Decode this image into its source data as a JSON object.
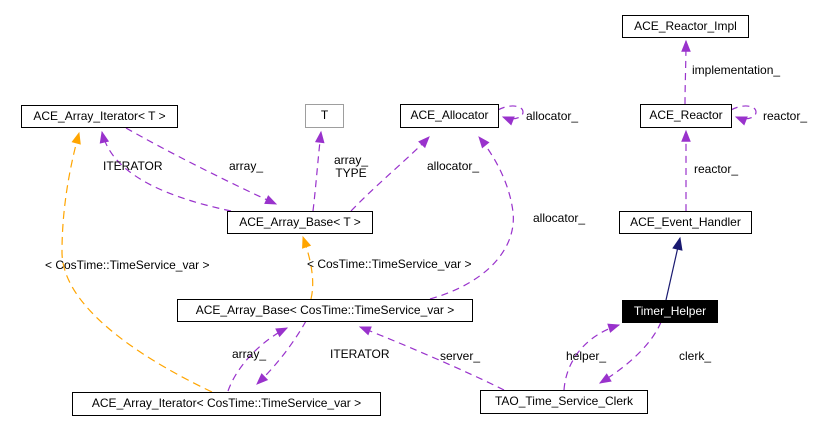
{
  "diagram": {
    "type": "collaboration-graph",
    "colors": {
      "usage_edge": "#9932CC",
      "template_instantiation_edge": "#FFA500",
      "inheritance_edge": "#191970",
      "node_border": "#000000",
      "node_background": "#FFFFFF",
      "template_param_border": "#9E9E9E",
      "current_node_background": "#000000",
      "current_node_text": "#FFFFFF"
    },
    "nodes": [
      {
        "id": "ace-array-iterator-t",
        "label": "ACE_Array_Iterator< T >"
      },
      {
        "id": "t",
        "label": "T"
      },
      {
        "id": "ace-allocator",
        "label": "ACE_Allocator"
      },
      {
        "id": "ace-reactor-impl",
        "label": "ACE_Reactor_Impl"
      },
      {
        "id": "ace-reactor",
        "label": "ACE_Reactor"
      },
      {
        "id": "ace-event-handler",
        "label": "ACE_Event_Handler"
      },
      {
        "id": "ace-array-base-t",
        "label": "ACE_Array_Base< T >"
      },
      {
        "id": "ace-array-base-costime",
        "label": "ACE_Array_Base< CosTime::TimeService_var >"
      },
      {
        "id": "timer-helper",
        "label": "Timer_Helper"
      },
      {
        "id": "ace-array-iterator-costime",
        "label": "ACE_Array_Iterator< CosTime::TimeService_var >"
      },
      {
        "id": "tao-time-service-clerk",
        "label": "TAO_Time_Service_Clerk"
      }
    ],
    "edge_labels": [
      {
        "text": "ITERATOR"
      },
      {
        "text": "array_"
      },
      {
        "text": "array_"
      },
      {
        "text": "TYPE"
      },
      {
        "text": "allocator_"
      },
      {
        "text": "allocator_"
      },
      {
        "text": "implementation_"
      },
      {
        "text": "reactor_"
      },
      {
        "text": "reactor_"
      },
      {
        "text": "allocator_"
      },
      {
        "text": "< CosTime::TimeService_var >"
      },
      {
        "text": "< CosTime::TimeService_var >"
      },
      {
        "text": "array_"
      },
      {
        "text": "ITERATOR"
      },
      {
        "text": "server_"
      },
      {
        "text": "helper_"
      },
      {
        "text": "clerk_"
      }
    ]
  }
}
